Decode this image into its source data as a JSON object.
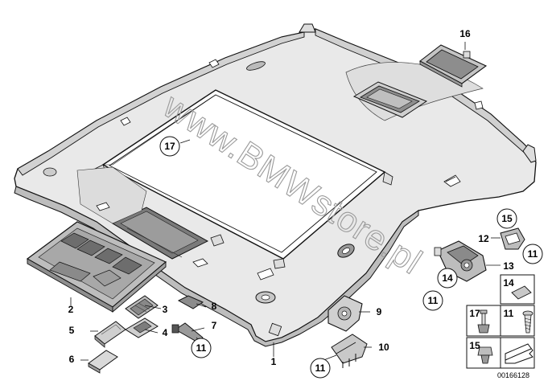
{
  "watermark": "www.BMWstore.pl",
  "reference": "00166128",
  "callouts": {
    "c1": "1",
    "c2": "2",
    "c3": "3",
    "c4": "4",
    "c5": "5",
    "c6": "6",
    "c7": "7",
    "c8": "8",
    "c9": "9",
    "c10": "10",
    "c11": "11",
    "c12": "12",
    "c13": "13",
    "c14": "14",
    "c15": "15",
    "c16": "16",
    "c17": "17"
  },
  "legend": {
    "l14": "14",
    "l17": "17",
    "l11": "11",
    "l15": "15"
  }
}
